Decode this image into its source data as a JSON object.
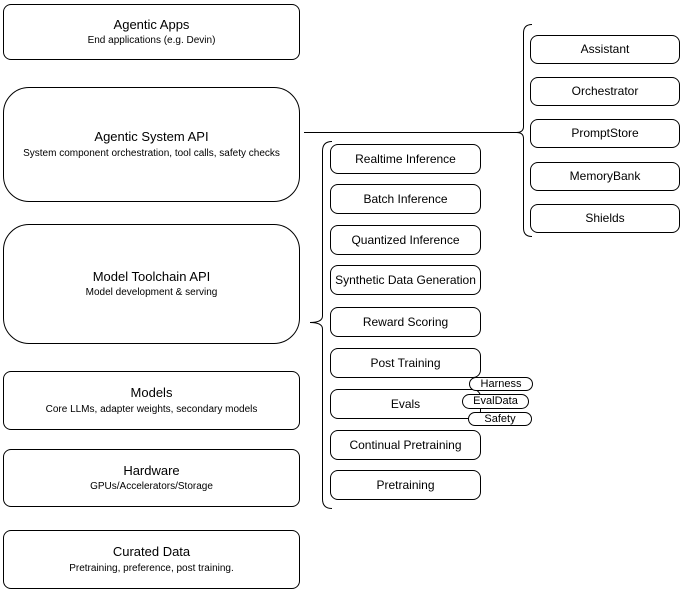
{
  "diagram": {
    "left_stack": [
      {
        "title": "Agentic Apps",
        "subtitle": "End applications (e.g. Devin)"
      },
      {
        "title": "Agentic System API",
        "subtitle": "System component orchestration, tool calls, safety checks"
      },
      {
        "title": "Model Toolchain API",
        "subtitle": "Model development & serving"
      },
      {
        "title": "Models",
        "subtitle": "Core LLMs, adapter weights, secondary models"
      },
      {
        "title": "Hardware",
        "subtitle": "GPUs/Accelerators/Storage"
      },
      {
        "title": "Curated Data",
        "subtitle": "Pretraining, preference, post training."
      }
    ],
    "toolchain_items": [
      "Realtime Inference",
      "Batch Inference",
      "Quantized Inference",
      "Synthetic Data Generation",
      "Reward Scoring",
      "Post Training",
      "Evals",
      "Continual Pretraining",
      "Pretraining"
    ],
    "evals_tags": [
      "Harness",
      "EvalData",
      "Safety"
    ],
    "system_components": [
      "Assistant",
      "Orchestrator",
      "PromptStore",
      "MemoryBank",
      "Shields"
    ],
    "colors": {
      "stroke": "#000000",
      "background": "#ffffff",
      "text": "#000000"
    }
  }
}
